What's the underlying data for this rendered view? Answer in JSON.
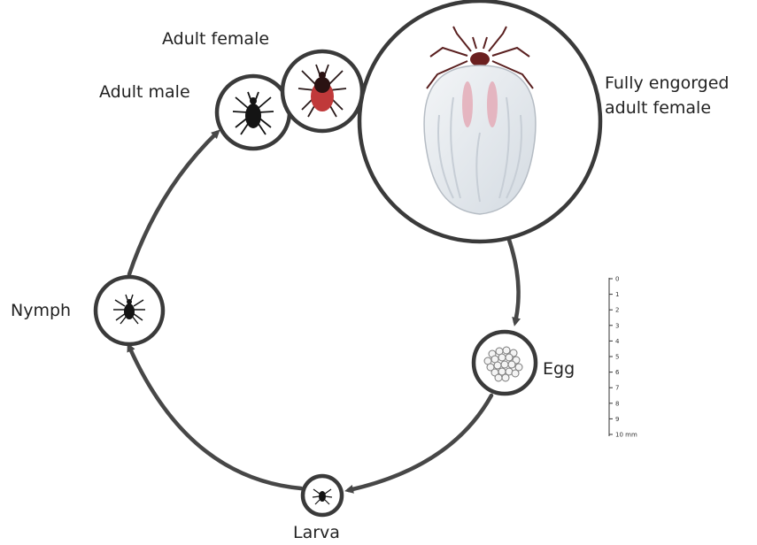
{
  "diagram": {
    "stages": {
      "adult_male": "Adult male",
      "adult_female": "Adult female",
      "engorged_line1": "Fully engorged",
      "engorged_line2": "adult female",
      "egg": "Egg",
      "larva": "Larva",
      "nymph": "Nymph"
    },
    "scale": {
      "ticks": [
        "0",
        "1",
        "2",
        "3",
        "4",
        "5",
        "6",
        "7",
        "8",
        "9",
        "10 mm"
      ]
    },
    "icons": {
      "adult_male": "black-tick-icon",
      "adult_female": "red-black-tick-icon",
      "engorged": "engorged-tick-icon",
      "egg": "egg-cluster-icon",
      "larva": "small-tick-icon",
      "nymph": "small-tick-icon"
    },
    "colors": {
      "ring": "#3a3a3a",
      "arrow": "#474747",
      "tick_dark": "#141414",
      "tick_red": "#c0393a",
      "engorged_body": "#e9edf1",
      "engorged_pink": "#e3a7b4"
    }
  }
}
